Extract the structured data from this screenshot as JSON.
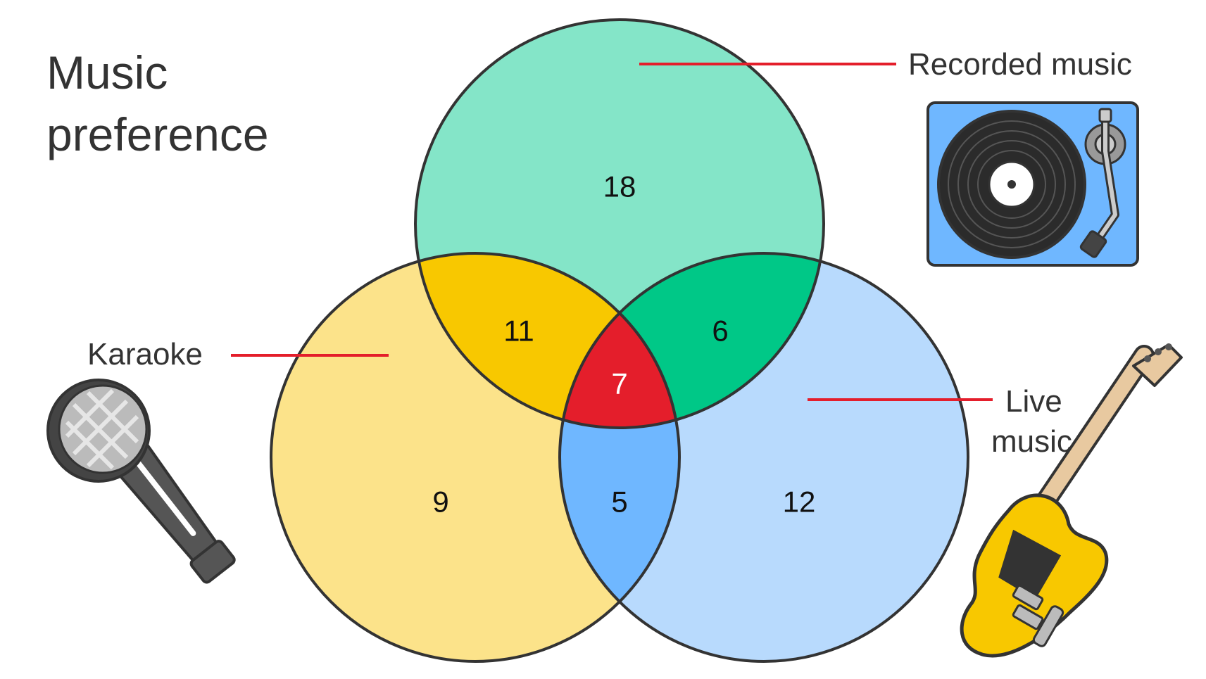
{
  "title": {
    "line1": "Music",
    "line2": "preference"
  },
  "sets": [
    {
      "id": "recorded",
      "label": "Recorded music",
      "color": "#84E5C8",
      "icon": "turntable-icon"
    },
    {
      "id": "karaoke",
      "label": "Karaoke",
      "color": "#FCE38A",
      "icon": "microphone-icon"
    },
    {
      "id": "live",
      "label_line1": "Live",
      "label_line2": "music",
      "color": "#B8DAFD",
      "icon": "electric-guitar-icon"
    }
  ],
  "regions": {
    "recorded_only": "18",
    "karaoke_only": "9",
    "live_only": "12",
    "recorded_karaoke": "11",
    "recorded_live": "6",
    "karaoke_live": "5",
    "all_three": "7"
  },
  "colors": {
    "recorded_karaoke": "#F8C800",
    "recorded_live": "#00C887",
    "karaoke_live": "#6FB7FF",
    "all_three": "#E41E2B",
    "leader_line": "#E41E2B",
    "outline": "#333333"
  }
}
